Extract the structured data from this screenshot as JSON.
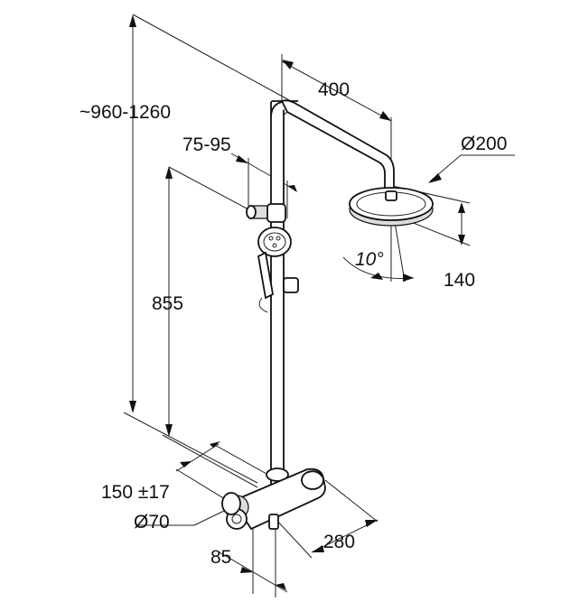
{
  "diagram": {
    "dimensions": {
      "total_height": "~960-1260",
      "arm_length": "400",
      "bracket_range": "75-95",
      "head_diameter": "Ø200",
      "slide_rail_height": "855",
      "head_height": "140",
      "tilt_angle": "10°",
      "inlet_spacing": "150 ±17",
      "escutcheon_diameter": "Ø70",
      "wall_distance": "85",
      "mixer_length": "280"
    }
  }
}
